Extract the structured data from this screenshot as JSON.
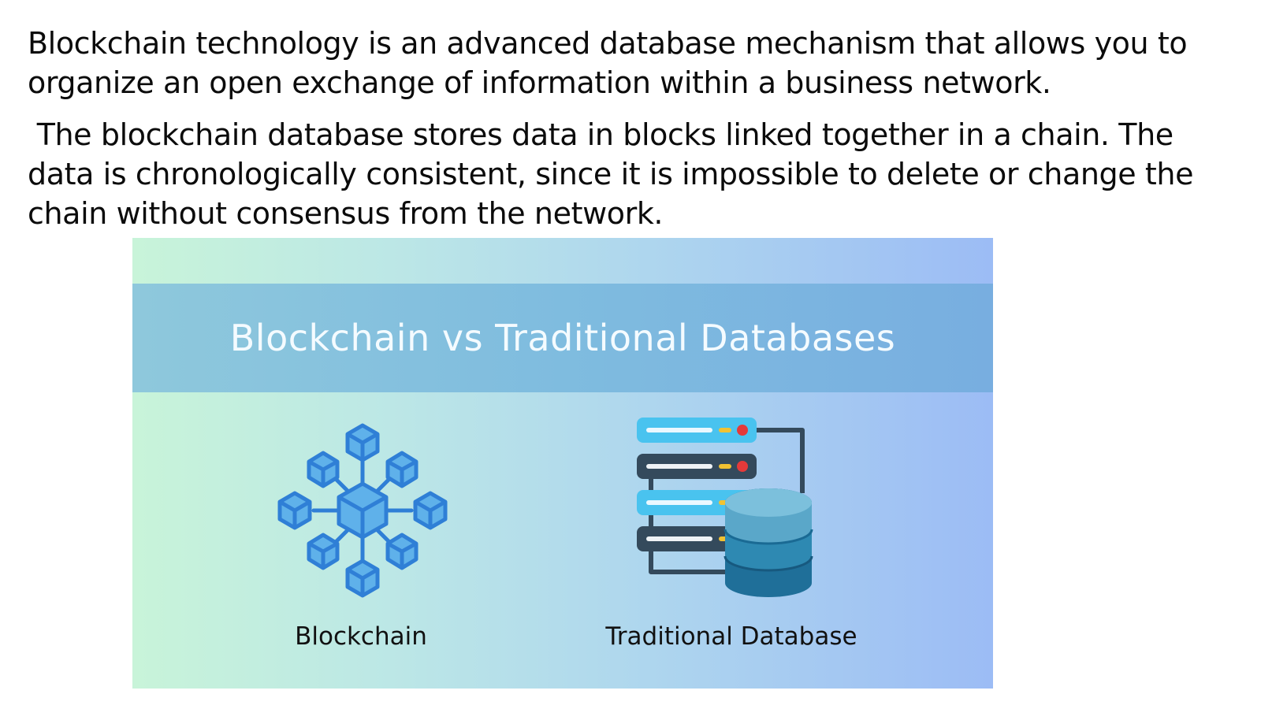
{
  "paragraphs": {
    "p1": "Blockchain technology is an advanced database mechanism that allows you to organize an open exchange of information within a business network.",
    "p2": " The blockchain database stores data in blocks linked together in a chain. The data is chronologically consistent, since it is impossible to delete or change the chain without consensus from the network."
  },
  "figure": {
    "title": "Blockchain vs Traditional Databases",
    "left_caption": "Blockchain",
    "right_caption": "Traditional Database",
    "left_icon": "blockchain-network-icon",
    "right_icon": "database-server-icon"
  },
  "colors": {
    "icon_blue": "#2f7fd6",
    "icon_light_blue": "#5fb1ea",
    "server_dark": "#344a5c",
    "server_cyan": "#49c3ef",
    "status_red": "#e43a3a",
    "status_yellow": "#f1c232",
    "db_top": "#5aa7c9",
    "db_mid": "#2e89b2",
    "db_bottom": "#1f6f99"
  }
}
